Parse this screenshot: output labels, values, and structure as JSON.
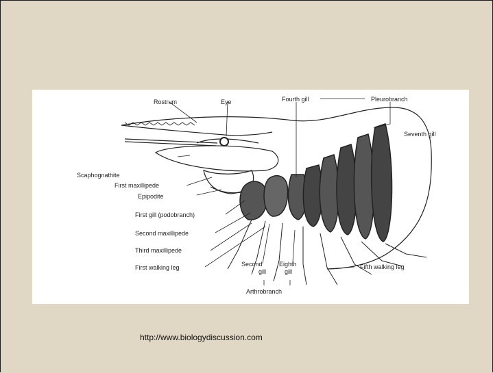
{
  "diagram": {
    "labels": {
      "rostrum": "Rostrum",
      "eye": "Eye",
      "fourth_gill": "Fourth gill",
      "pleurobranch": "Pleurobranch",
      "seventh_gill": "Seventh gill",
      "scaphognathite": "Scaphognathite",
      "first_maxillipede": "First maxillipede",
      "epipodite": "Epipodite",
      "first_gill": "First gill (podobranch)",
      "second_maxillipede": "Second maxillipede",
      "third_maxillipede": "Third maxillipede",
      "first_walking_leg": "First walking leg",
      "second_gill_a": "Second",
      "second_gill_b": "gill",
      "eighth_gill_a": "Eighth",
      "eighth_gill_b": "gill",
      "fifth_walking_leg": "Fifth walking leg",
      "arthrobranch": "Arthrobranch"
    }
  },
  "footer": {
    "source_url": "http://www.biologydiscussion.com"
  }
}
